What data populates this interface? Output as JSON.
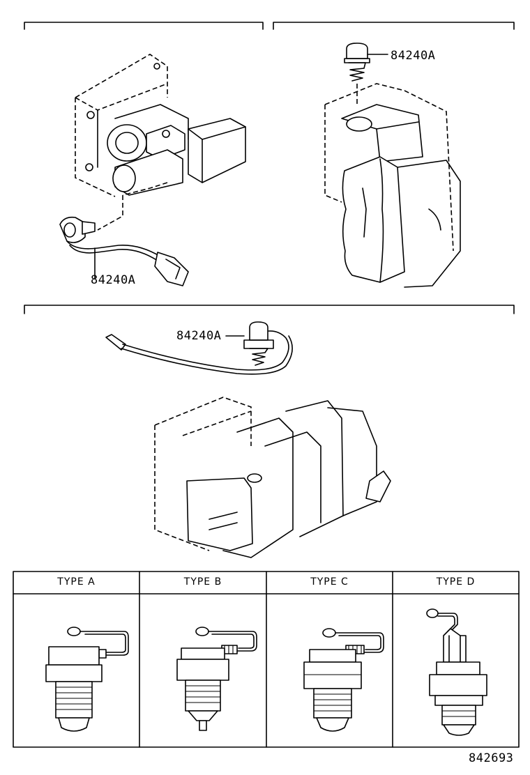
{
  "callouts": {
    "top_left": "84240A",
    "top_right": "84240A",
    "middle": "84240A"
  },
  "type_table": {
    "headers": [
      "TYPE A",
      "TYPE B",
      "TYPE C",
      "TYPE D"
    ]
  },
  "drawing_number": "842693"
}
